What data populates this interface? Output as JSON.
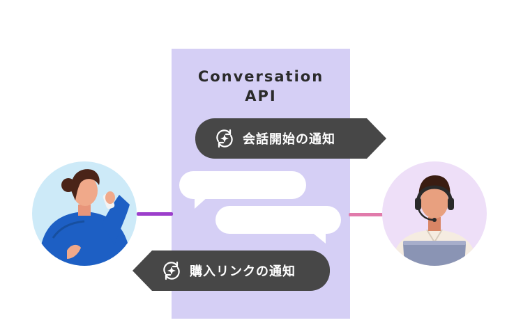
{
  "diagram": {
    "panel": {
      "title_line1": "Conversation",
      "title_line2": "API"
    },
    "notifications": [
      {
        "label": "会話開始の通知",
        "icon": "sync-sparkle-icon",
        "direction": "right"
      },
      {
        "label": "購入リンクの通知",
        "icon": "sync-sparkle-icon",
        "direction": "left"
      }
    ],
    "colors": {
      "panel": "#d5cff5",
      "pill": "#474747",
      "customer_line": "#9c3ecb",
      "agent_line": "#e17bab",
      "customer_bg": "#cdeaf8",
      "agent_bg": "#eedff8"
    }
  }
}
